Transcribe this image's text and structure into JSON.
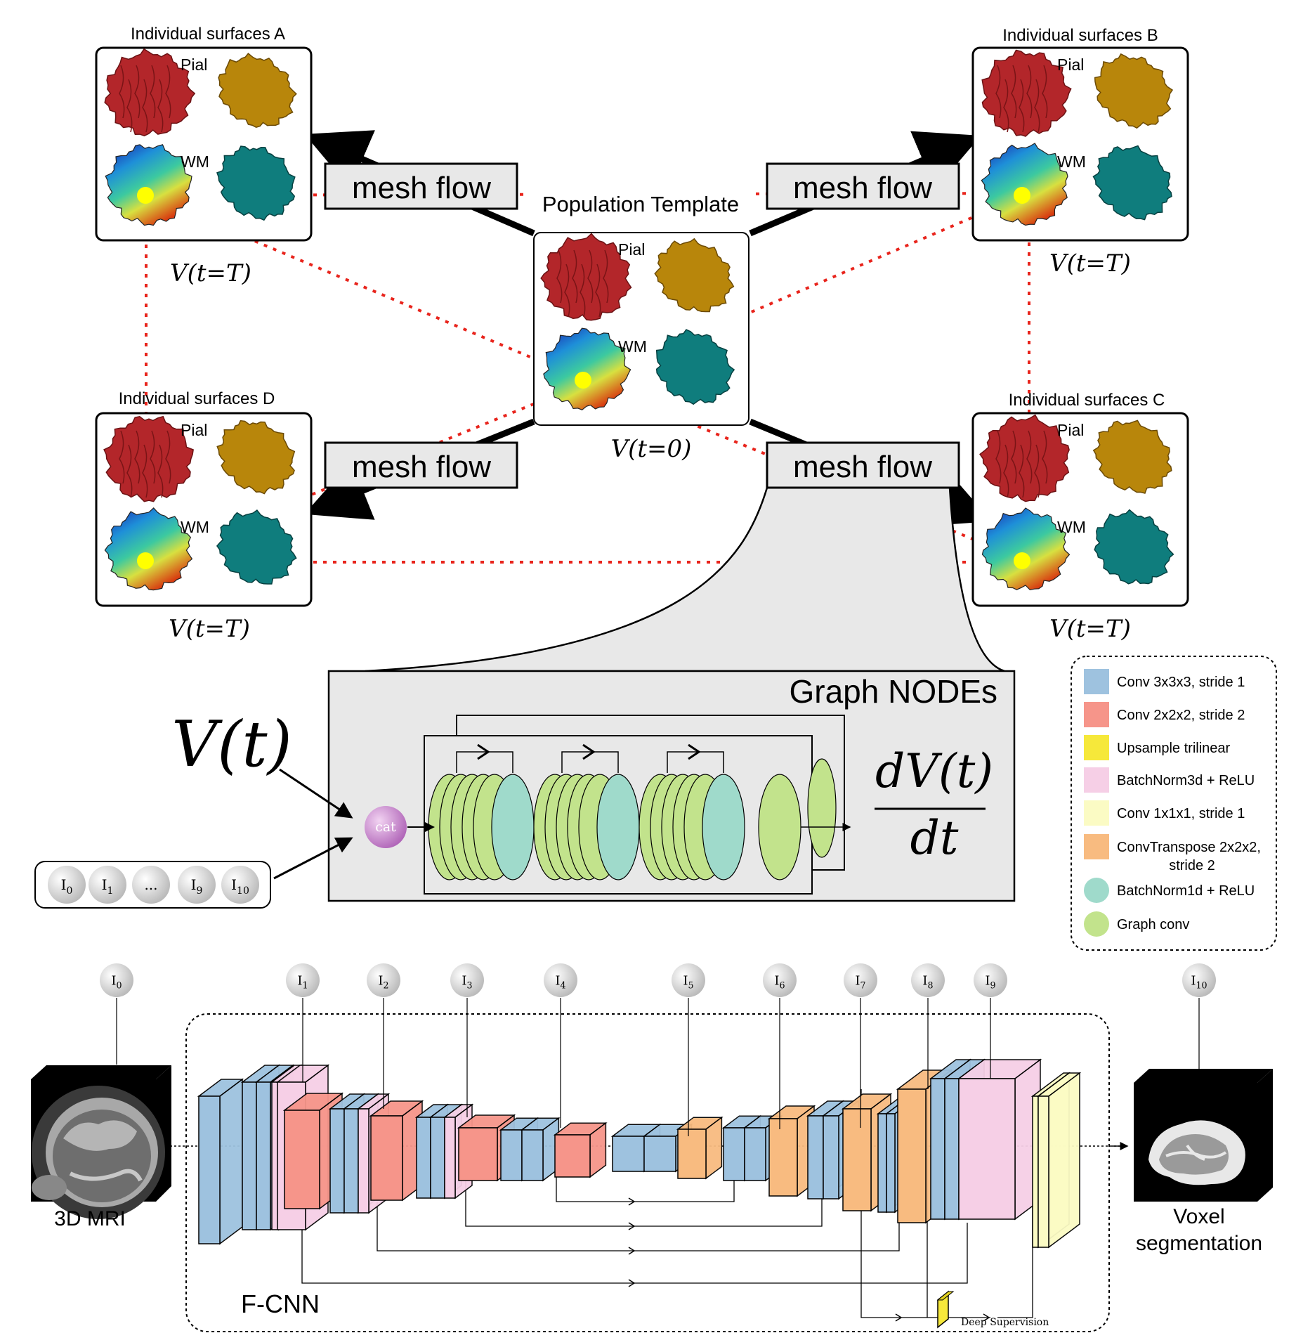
{
  "top": {
    "template_title": "Population Template",
    "template_time": "V(t=0)",
    "surface_time": "V(t=T)",
    "pial_label": "Pial",
    "wm_label": "WM",
    "mesh_flow_label": "mesh flow",
    "boxes": {
      "a": "Individual surfaces A",
      "b": "Individual surfaces B",
      "c": "Individual surfaces C",
      "d": "Individual surfaces D"
    }
  },
  "nodes": {
    "title": "Graph NODEs",
    "input_var": "V(t)",
    "cat_label": "cat",
    "derivative_num": "dV(t)",
    "derivative_den": "dt",
    "feature_inputs": [
      {
        "base": "I",
        "sub": "0"
      },
      {
        "base": "I",
        "sub": "1"
      },
      {
        "base": "...",
        "sub": ""
      },
      {
        "base": "I",
        "sub": "9"
      },
      {
        "base": "I",
        "sub": "10"
      }
    ]
  },
  "legend": {
    "items": [
      {
        "label": "Conv 3x3x3, stride 1",
        "color": "#9ec2df",
        "shape": "square"
      },
      {
        "label": "Conv 2x2x2, stride 2",
        "color": "#f6958a",
        "shape": "square"
      },
      {
        "label": "Upsample trilinear",
        "color": "#f6e83a",
        "shape": "square"
      },
      {
        "label": "BatchNorm3d + ReLU",
        "color": "#f6cfe6",
        "shape": "square"
      },
      {
        "label": "Conv 1x1x1, stride 1",
        "color": "#fbfbc4",
        "shape": "square"
      },
      {
        "label": "ConvTranspose 2x2x2,",
        "label2": "stride 2",
        "color": "#f8bb80",
        "shape": "square"
      },
      {
        "label": "BatchNorm1d + ReLU",
        "color": "#9fdacb",
        "shape": "circle"
      },
      {
        "label": "Graph conv",
        "color": "#c2e38c",
        "shape": "circle"
      }
    ]
  },
  "fcnn": {
    "label": "F-CNN",
    "input_label": "3D MRI",
    "output_label_1": "Voxel",
    "output_label_2": "segmentation",
    "deep_supervision": "Deep Supervision",
    "taps": [
      {
        "base": "I",
        "sub": "0"
      },
      {
        "base": "I",
        "sub": "1"
      },
      {
        "base": "I",
        "sub": "2"
      },
      {
        "base": "I",
        "sub": "3"
      },
      {
        "base": "I",
        "sub": "4"
      },
      {
        "base": "I",
        "sub": "5"
      },
      {
        "base": "I",
        "sub": "6"
      },
      {
        "base": "I",
        "sub": "7"
      },
      {
        "base": "I",
        "sub": "8"
      },
      {
        "base": "I",
        "sub": "9"
      },
      {
        "base": "I",
        "sub": "10"
      }
    ]
  },
  "colors": {
    "conv3": "#9ec2df",
    "conv2": "#f6958a",
    "upsample": "#f6e83a",
    "bn3d": "#f6cfe6",
    "conv1": "#fbfbc4",
    "convT": "#f8bb80",
    "bn1d": "#9fdacb",
    "graphconv": "#c2e38c",
    "pial_red": "#b3262a",
    "pial_gold": "#b8860b",
    "wm_teal": "#0f7d7d",
    "correspondence": "#e8241c",
    "panel_gray": "#e8e8e8"
  }
}
